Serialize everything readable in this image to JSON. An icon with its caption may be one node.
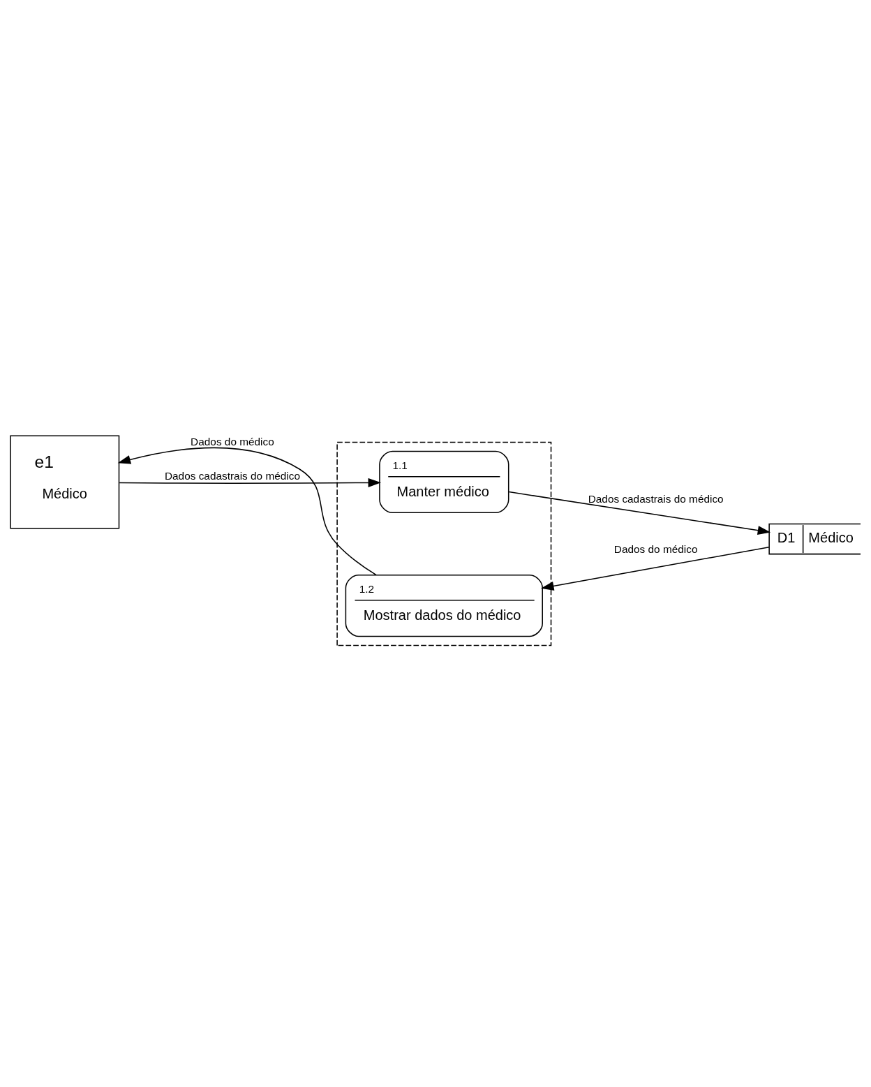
{
  "diagram": {
    "nodes": [
      {
        "text": [],
        "shape": "box"
      },
      {
        "text": [
          "e1",
          "Médico"
        ]
      },
      {
        "text": [
          "1.2",
          "Mostrar dados do médico"
        ],
        "in": 0
      },
      {
        "text": [
          "1.1",
          "Manter médico"
        ],
        "in": 0
      },
      {
        "text": [
          "D1",
          "Médico"
        ]
      }
    ],
    "edges": [
      {
        "from": 1,
        "to": 3,
        "arrow": "to",
        "label": "Dados cadastrais do médico"
      },
      {
        "from": 3,
        "to": 4,
        "arrow": "to",
        "label": "Dados cadastrais do médico"
      },
      {
        "from": 4,
        "to": 2,
        "arrow": "to",
        "label": "Dados do médico"
      },
      {
        "from": 2,
        "to": 1,
        "arrow": "to",
        "label": "Dados do médico"
      }
    ]
  }
}
